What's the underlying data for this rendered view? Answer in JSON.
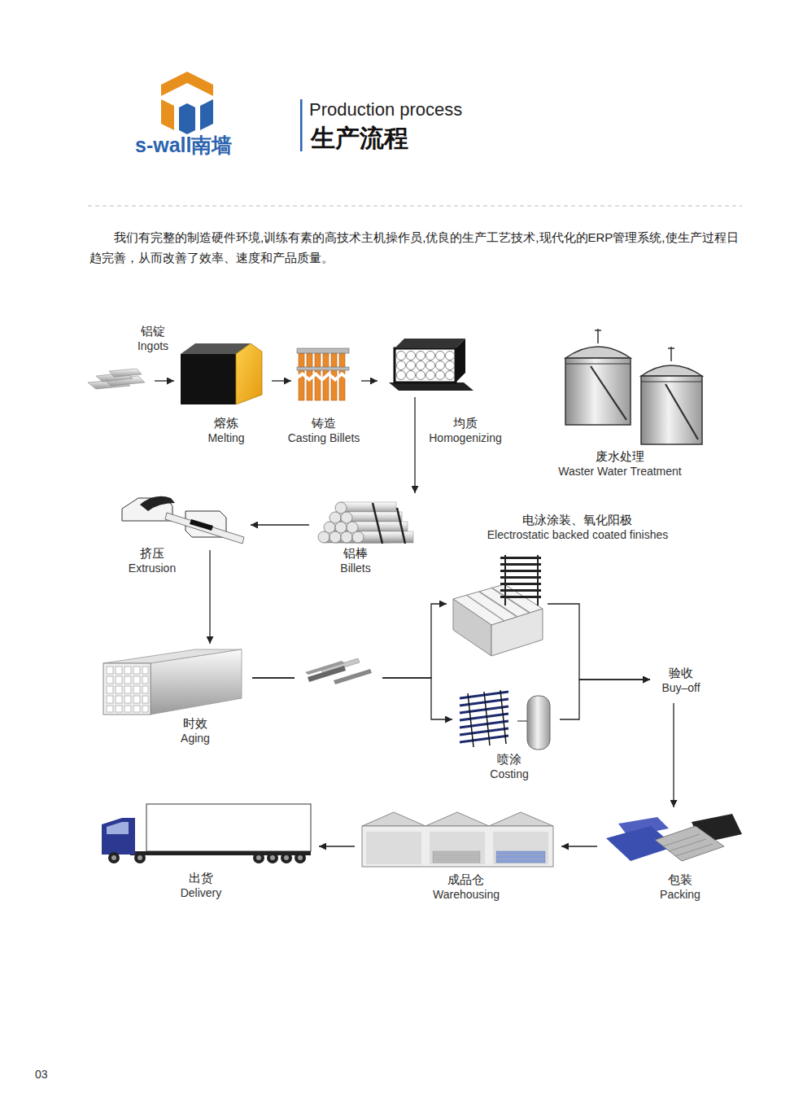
{
  "diagram": {
    "title": "生产流程",
    "nodes": [
      {
        "text": [
          "铝锭",
          "Ingots"
        ]
      },
      {
        "text": [
          "熔炼",
          "Melting"
        ]
      },
      {
        "text": [
          "铸造",
          "Casting Billets"
        ]
      },
      {
        "text": [
          "均质",
          "Homogenizing"
        ]
      },
      {
        "text": [
          "废水处理",
          "Waster Water Treatment"
        ]
      },
      {
        "text": [
          "挤压",
          "Extrusion"
        ]
      },
      {
        "text": [
          "铝棒",
          "Billets"
        ]
      },
      {
        "text": [
          "电泳涂装、氧化阳极",
          "Electrostatic backed coated finishes"
        ]
      },
      {
        "text": [
          "时效",
          "Aging"
        ]
      },
      {
        "text": [
          "验收",
          "Buy–off"
        ]
      },
      {
        "text": [
          "喷涂",
          "Costing"
        ]
      },
      {
        "text": [
          "出货",
          "Delivery"
        ]
      },
      {
        "text": [
          "成品仓",
          "Warehousing"
        ]
      },
      {
        "text": [
          "包装",
          "Packing"
        ]
      }
    ],
    "edges": [
      {
        "from": 0,
        "to": 1,
        "arrow": "to"
      },
      {
        "from": 1,
        "to": 2,
        "arrow": "to"
      },
      {
        "from": 2,
        "to": 3,
        "arrow": "to"
      },
      {
        "from": 3,
        "to": 6,
        "arrow": "to"
      },
      {
        "from": 6,
        "to": 5,
        "arrow": "to"
      },
      {
        "from": 5,
        "to": 8,
        "arrow": "to"
      },
      {
        "from": 8,
        "to": 7,
        "arrow": "to"
      },
      {
        "from": 8,
        "to": 10,
        "arrow": "to"
      },
      {
        "from": 7,
        "to": 9,
        "arrow": "to"
      },
      {
        "from": 10,
        "to": 9,
        "arrow": "to"
      },
      {
        "from": 9,
        "to": 13,
        "arrow": "to"
      },
      {
        "from": 13,
        "to": 12,
        "arrow": "to"
      },
      {
        "from": 12,
        "to": 11,
        "arrow": "to"
      }
    ],
    "labels": [
      "s-wall南墙",
      "Production process",
      "我们有完整的制造硬件环境,训练有素的高技术主机操作员,优良的生产工艺技术,现代化的ERP管理系统,使生产过程日趋完善，从而改善了效率、速度和产品质量。",
      "03"
    ]
  }
}
